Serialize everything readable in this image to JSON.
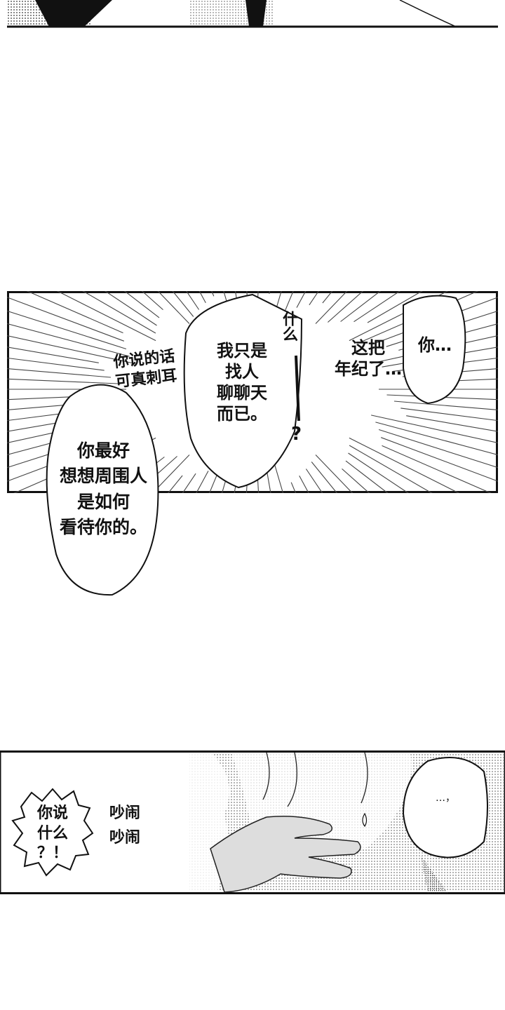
{
  "colors": {
    "ink": "#111111",
    "paper": "#ffffff",
    "tone": "#9a9a9a"
  },
  "panel_top": {
    "description_icon": "partial-character-crop"
  },
  "panel_middle": {
    "speech": {
      "bubble_left_top": "你说的话\n可真刺耳",
      "bubble_center": "我只是\n找人\n聊聊天\n而已。",
      "vertical_exclaim": "什么",
      "vertical_mark": "—？",
      "bubble_right_main": "这把\n年纪了…",
      "bubble_right_small": "你…"
    }
  },
  "overflow_bubble": {
    "text": "你最好\n想想周围人\n是如何\n看待你的。"
  },
  "panel_bottom": {
    "speech": {
      "burst_left": "你说\n什么\n？！",
      "sfx": "吵闹\n吵闹",
      "bubble_right": "…，"
    }
  }
}
